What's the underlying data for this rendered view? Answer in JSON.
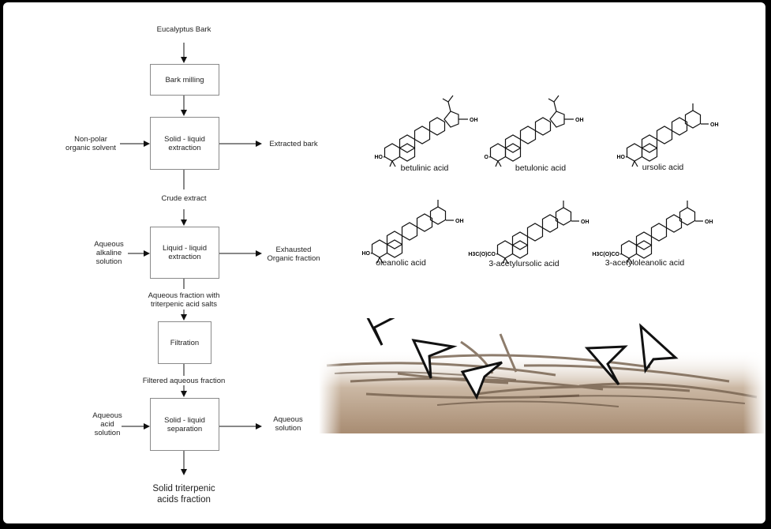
{
  "flowchart": {
    "start": "Eucalyptus Bark",
    "steps": [
      {
        "label": "Bark milling"
      },
      {
        "label": "Solid - liquid\nextraction",
        "input": "Non-polar\norganic solvent",
        "output": "Extracted bark"
      },
      {
        "label": "Liquid - liquid\nextraction",
        "input": "Aqueous\nalkaline\nsolution",
        "output": "Exhausted\nOrganic fraction"
      },
      {
        "label": "Filtration"
      },
      {
        "label": "Solid - liquid\nseparation",
        "input": "Aqueous\nacid\nsolution",
        "output": "Aqueous\nsolution"
      }
    ],
    "intermediates": [
      "Crude extract",
      "Aqueous fraction with\ntriterpenic acid salts",
      "Filtered aqueous fraction"
    ],
    "final_product": "Solid triterpenic\nacids fraction"
  },
  "compounds": [
    {
      "name": "betulinic acid",
      "substituent": "HO"
    },
    {
      "name": "betulonic acid",
      "substituent": "O"
    },
    {
      "name": "ursolic acid",
      "substituent": "HO"
    },
    {
      "name": "oleanolic acid",
      "substituent": "HO"
    },
    {
      "name": "3-acetylursolic acid",
      "substituent": "H3C(O)CO"
    },
    {
      "name": "3-acetyloleanolic acid",
      "substituent": "H3C(O)CO"
    }
  ],
  "acid_group_label": "OH"
}
